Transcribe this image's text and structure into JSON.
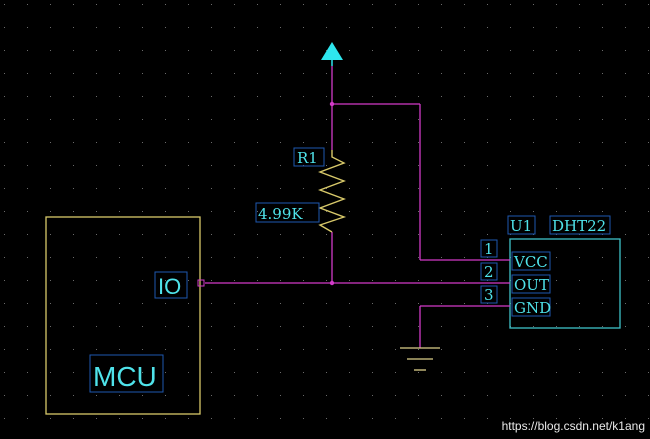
{
  "resistor": {
    "designator": "R1",
    "value": "4.99K"
  },
  "mcu": {
    "label": "MCU",
    "pin_label": "IO"
  },
  "sensor": {
    "designator": "U1",
    "part": "DHT22",
    "pins": [
      {
        "number": "1",
        "name": "VCC"
      },
      {
        "number": "2",
        "name": "OUT"
      },
      {
        "number": "3",
        "name": "GND"
      }
    ]
  },
  "watermark": "https://blog.csdn.net/k1ang",
  "colors": {
    "background": "#000000",
    "wire": "#d23bc8",
    "label": "#4fe3ea",
    "outline_cyan": "#3fc2c8",
    "outline_yellow": "#d8c96a",
    "power_symbol": "#2ee6ee",
    "ground_symbol": "#dccf8a",
    "grid_dot": "#6b6b6b"
  }
}
